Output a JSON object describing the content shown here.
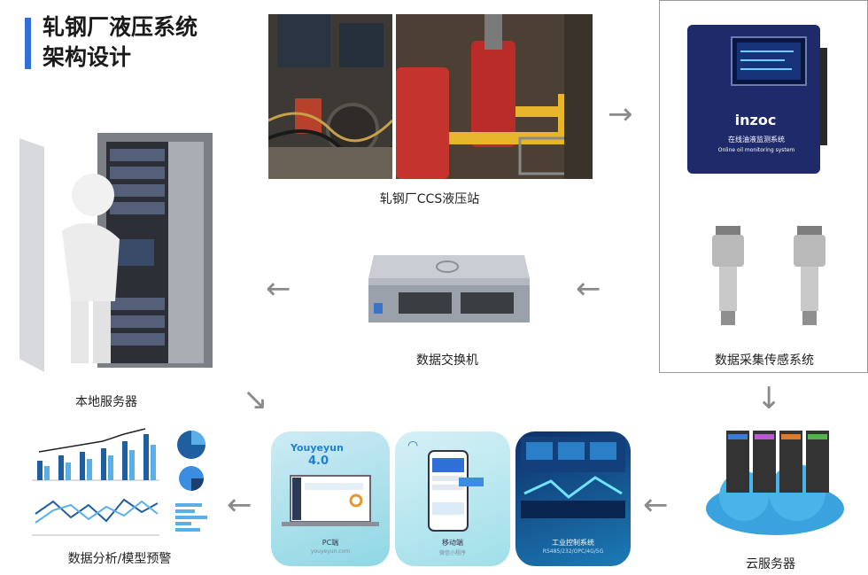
{
  "title": {
    "line1": "轧钢厂液压系统",
    "line2": "架构设计"
  },
  "nodes": {
    "hydraulic_station": "轧钢厂CCS液压站",
    "switch": "数据交换机",
    "sensor_system": "数据采集传感系统",
    "local_server": "本地服务器",
    "cloud_server": "云服务器",
    "analysis": "数据分析/模型预警"
  },
  "device": {
    "brand": "inzoc",
    "label_cn": "在线油液监测系统",
    "label_en": "Online oil monitoring system"
  },
  "platforms": {
    "pc_brand": "Youyeyun",
    "pc_version": "4.0",
    "pc_label": "PC端",
    "pc_sub": "youyeyun.com",
    "mobile_label": "移动端",
    "mobile_sub": "微信小程序",
    "industrial_label": "工业控制系统",
    "industrial_sub": "RS485/232/OPC/4G/5G"
  },
  "colors": {
    "accent": "#2f6fd6",
    "arrow": "#8a8a8a"
  }
}
